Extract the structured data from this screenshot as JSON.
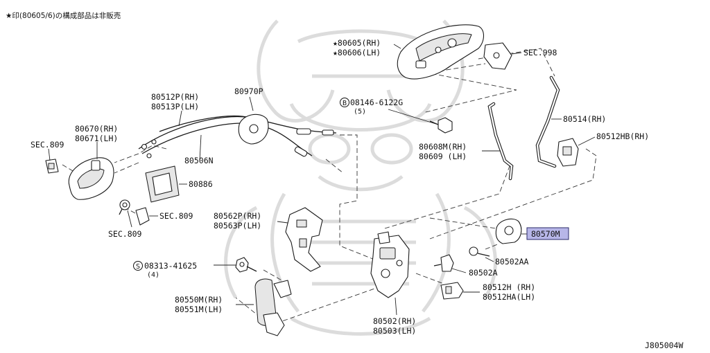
{
  "header_note": "★印(80605/6)の構成部品は非販売",
  "diagram_code": "J805004W",
  "highlight_color": "#b7b6e8",
  "labels": {
    "p80605": "★80605(RH)",
    "p80606": "★80606(LH)",
    "sec998": "SEC.998",
    "p80970p": "80970P",
    "p80512p": "80512P(RH)",
    "p80513p": "80513P(LH)",
    "p80670": "80670(RH)",
    "p80671": "80671(LH)",
    "sec809_a": "SEC.809",
    "p80506n": "80506N",
    "p80886": "80886",
    "sec809_b": "SEC.809",
    "sec809_c": "SEC.809",
    "bolt_08146": "08146-6122G",
    "bolt_08146_qty": "(5)",
    "p80608m": "80608M(RH)",
    "p80609": "80609 (LH)",
    "p80514": "80514(RH)",
    "p80512hb": "80512HB(RH)",
    "p80570m": "80570M",
    "p80562p": "80562P(RH)",
    "p80563p": "80563P(LH)",
    "screw_08313": "08313-41625",
    "screw_08313_qty": "(4)",
    "p80502aa": "80502AA",
    "p80502a": "80502A",
    "p80512h": "80512H (RH)",
    "p80512ha": "80512HA(LH)",
    "p80550m": "80550M(RH)",
    "p80551m": "80551M(LH)",
    "p80502": "80502(RH)",
    "p80503": "80503(LH)",
    "circle_b": "B",
    "circle_s": "S"
  }
}
